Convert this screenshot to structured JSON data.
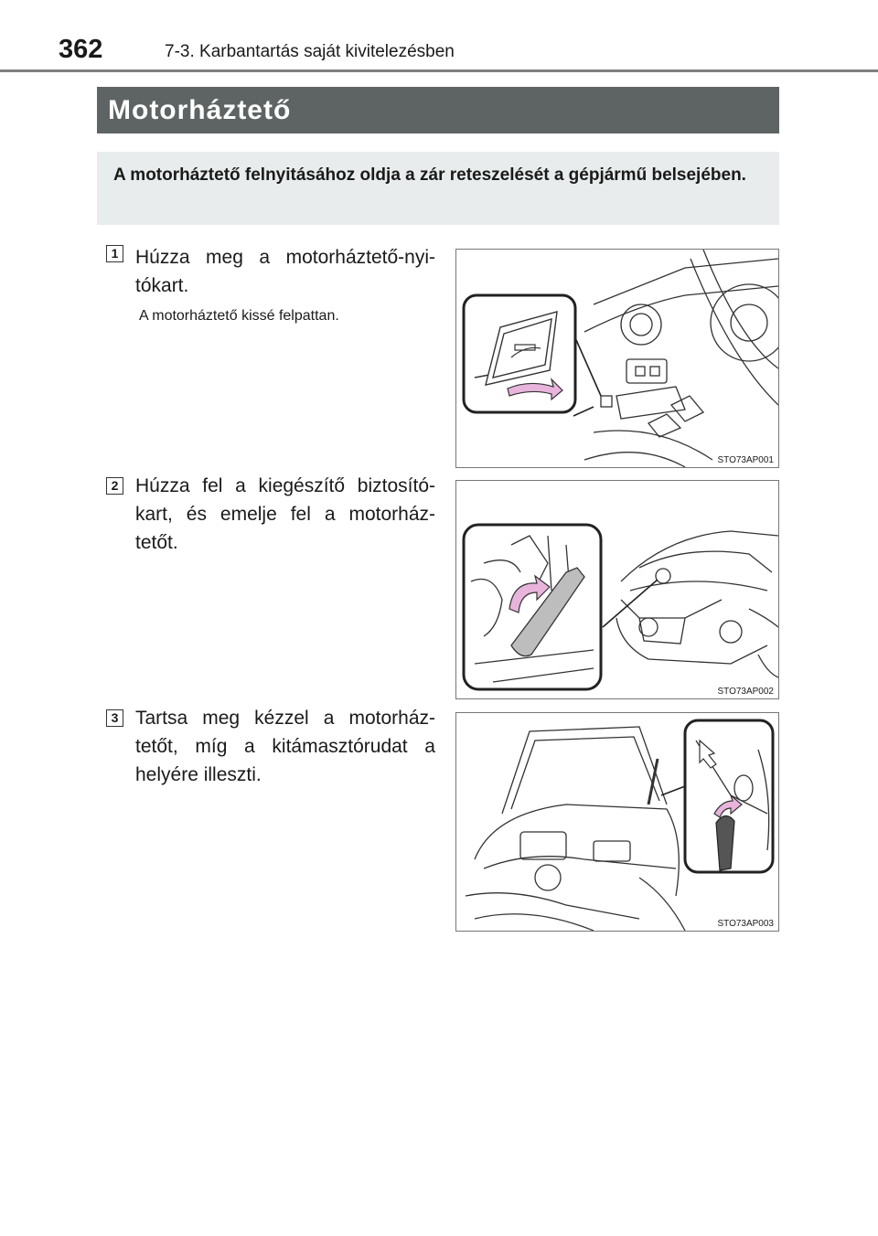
{
  "header": {
    "page_number": "362",
    "section": "7-3. Karbantartás saját kivitelezésben"
  },
  "title": "Motorháztető",
  "intro": "A motorháztető felnyitásához oldja a zár reteszelését a gépjármű belsejében.",
  "steps": [
    {
      "number": "1",
      "text": "Húzza meg a motorháztető-nyi-tókart.",
      "note": "A motorháztető kissé felpattan.",
      "figure_code": "STO73AP001"
    },
    {
      "number": "2",
      "text": "Húzza fel a kiegészítő biztosító-kart, és emelje fel a motorház-tetőt.",
      "figure_code": "STO73AP002"
    },
    {
      "number": "3",
      "text": "Tartsa meg kézzel a motorház-tetőt, míg a kitámasztórudat a helyére illeszti.",
      "figure_code": "STO73AP003"
    }
  ],
  "colors": {
    "title_bar": "#5e6464",
    "intro_box": "#e9ecec",
    "arrow": "#e8b4dc"
  }
}
